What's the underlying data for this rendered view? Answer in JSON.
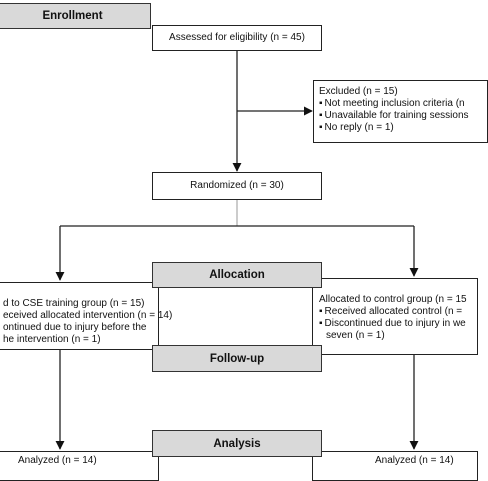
{
  "stages": {
    "enrollment": "Enrollment",
    "allocation": "Allocation",
    "followup": "Follow-up",
    "analysis": "Analysis"
  },
  "assessed": "Assessed for eligibility (n = 45)",
  "excluded": {
    "title": "Excluded (n = 15)",
    "items": [
      "Not meeting inclusion criteria (n",
      "Unavailable for training sessions",
      "No reply (n = 1)"
    ]
  },
  "randomized": "Randomized (n = 30)",
  "intervention_arm": {
    "allocated": "d to CSE training group (n = 15)",
    "lines": [
      "eceived allocated intervention (n = 14)",
      "ontinued due to injury before the",
      "he intervention (n = 1)"
    ],
    "analyzed": "Analyzed (n = 14)"
  },
  "control_arm": {
    "allocated": "Allocated to control group (n = 15",
    "items": [
      "Received allocated control (n =",
      "Discontinued due to injury in we"
    ],
    "continuation": "seven (n = 1)",
    "analyzed": "Analyzed (n = 14)"
  },
  "colors": {
    "line": "#222222",
    "stage_fill": "#d9d9d9",
    "arrow_head": "#111111"
  }
}
